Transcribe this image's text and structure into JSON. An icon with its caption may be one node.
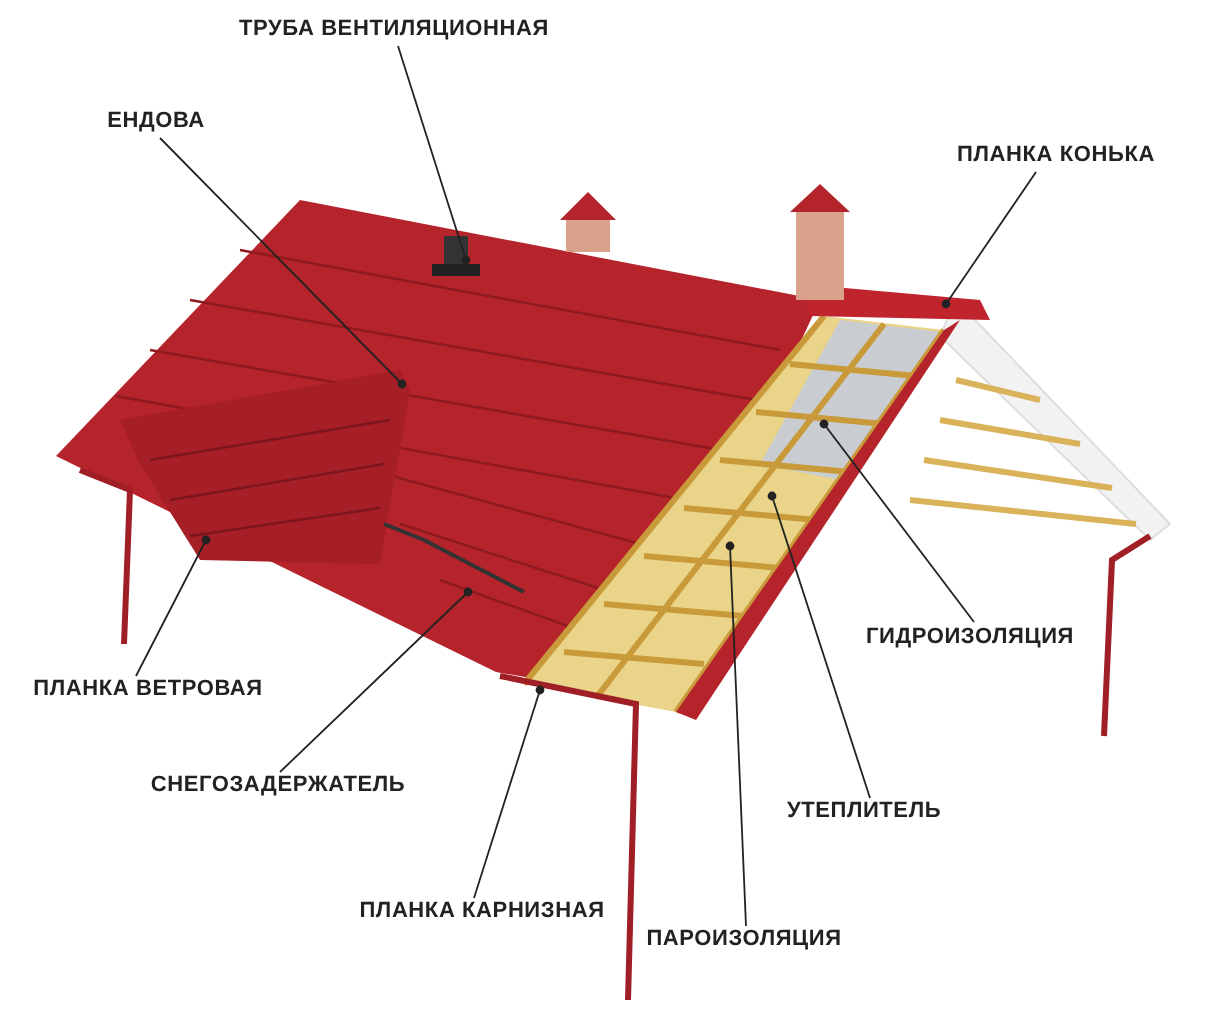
{
  "diagram": {
    "nodes": [
      {
        "text": [
          "ТРУБА ВЕНТИЛЯЦИОННАЯ"
        ]
      },
      {
        "text": [
          "ЕНДОВА"
        ]
      },
      {
        "text": [
          "ПЛАНКА КОНЬКА"
        ]
      },
      {
        "text": [
          "ГИДРОИЗОЛЯЦИЯ"
        ]
      },
      {
        "text": [
          "ПЛАНКА ВЕТРОВАЯ"
        ]
      },
      {
        "text": [
          "СНЕГОЗАДЕРЖАТЕЛЬ"
        ]
      },
      {
        "text": [
          "УТЕПЛИТЕЛЬ"
        ]
      },
      {
        "text": [
          "ПЛАНКА КАРНИЗНАЯ"
        ]
      },
      {
        "text": [
          "ПАРОИЗОЛЯЦИЯ"
        ]
      }
    ],
    "edges": [
      {
        "from": 0,
        "to": null,
        "arrow": "other"
      },
      {
        "from": 1,
        "to": null,
        "arrow": "other"
      },
      {
        "from": 2,
        "to": null,
        "arrow": "other"
      },
      {
        "from": 3,
        "to": null,
        "arrow": "other"
      },
      {
        "from": 4,
        "to": null,
        "arrow": "other"
      },
      {
        "from": 5,
        "to": null,
        "arrow": "other"
      },
      {
        "from": 6,
        "to": null,
        "arrow": "other"
      },
      {
        "from": 7,
        "to": null,
        "arrow": "other"
      },
      {
        "from": 8,
        "to": null,
        "arrow": "other"
      }
    ]
  }
}
